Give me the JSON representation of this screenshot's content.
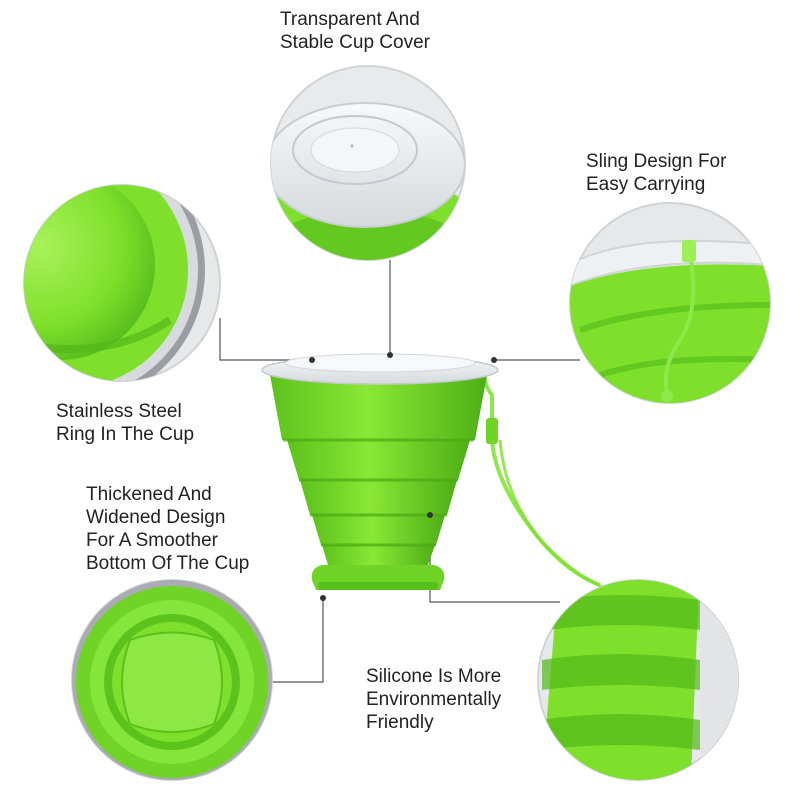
{
  "labels": {
    "cover": [
      "Transparent And",
      "Stable Cup Cover"
    ],
    "sling": [
      "Sling Design For",
      "Easy Carrying"
    ],
    "ring": [
      "Stainless Steel",
      "Ring In The Cup"
    ],
    "bottom": [
      "Thickened And",
      "Widened Design",
      "For A Smoother",
      "Bottom Of The Cup"
    ],
    "silicone": [
      "Silicone Is More",
      "Environmentally",
      "Friendly"
    ]
  },
  "colors": {
    "silicone_green": "#7ee02a",
    "silicone_dark": "#52b81a",
    "lid": "#eef1f3",
    "steel": "#b9bcbf",
    "circle_bg": "#e6e8ea",
    "line": "#555555",
    "text": "#222222"
  }
}
